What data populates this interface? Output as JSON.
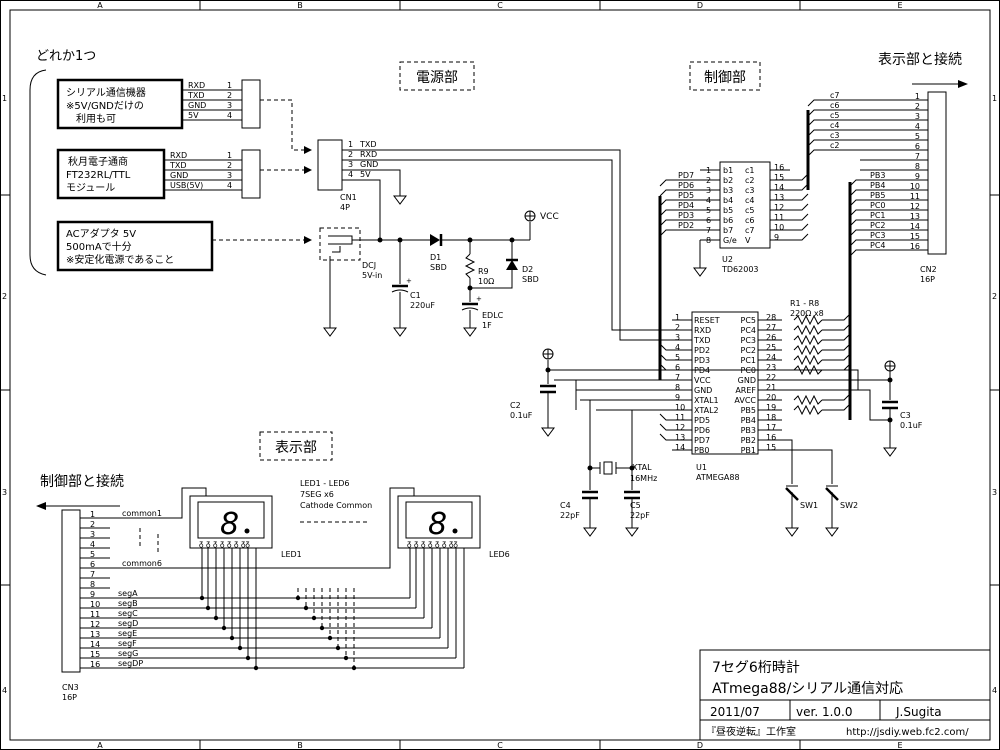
{
  "border": {
    "cols": [
      "A",
      "B",
      "C",
      "D",
      "E"
    ],
    "rows": [
      "1",
      "2",
      "3",
      "4"
    ]
  },
  "sections": {
    "power": "電源部",
    "control": "制御部",
    "display": "表示部",
    "to_display": "表示部と接続",
    "to_control": "制御部と接続"
  },
  "choose_one": "どれか1つ",
  "serial_box": {
    "l1": "シリアル通信機器",
    "l2": "※5V/GNDだけの",
    "l3": "利用も可",
    "pins": [
      "RXD",
      "TXD",
      "GND",
      "5V"
    ],
    "nums": [
      "1",
      "2",
      "3",
      "4"
    ]
  },
  "akizuki_box": {
    "l1": "秋月電子通商",
    "l2": "FT232RL/TTL",
    "l3": "モジュール",
    "pins": [
      "RXD",
      "TXD",
      "GND",
      "USB(5V)"
    ],
    "nums": [
      "1",
      "2",
      "3",
      "4"
    ]
  },
  "ac_box": {
    "l1": "ACアダプタ 5V",
    "l2": "500mAで十分",
    "l3": "※安定化電源であること"
  },
  "cn1": {
    "ref": "CN1",
    "val": "4P",
    "pins": [
      "TXD",
      "RXD",
      "GND",
      "5V"
    ],
    "nums": [
      "1",
      "2",
      "3",
      "4"
    ]
  },
  "dcj": {
    "ref": "DCJ",
    "val": "5V-in"
  },
  "c1": {
    "ref": "C1",
    "val": "220uF"
  },
  "d1": {
    "ref": "D1",
    "val": "SBD"
  },
  "d2": {
    "ref": "D2",
    "val": "SBD"
  },
  "r9": {
    "ref": "R9",
    "val": "10Ω"
  },
  "edlc": {
    "ref": "EDLC",
    "val": "1F"
  },
  "vcc": "VCC",
  "u2": {
    "ref": "U2",
    "val": "TD62003",
    "left": [
      "b1",
      "b2",
      "b3",
      "b4",
      "b5",
      "b6",
      "b7",
      "G/e"
    ],
    "right": [
      "c1",
      "c2",
      "c3",
      "c4",
      "c5",
      "c6",
      "c7",
      "V"
    ],
    "lnum": [
      "1",
      "2",
      "3",
      "4",
      "5",
      "6",
      "7",
      "8"
    ],
    "rnum": [
      "16",
      "15",
      "14",
      "13",
      "12",
      "11",
      "10",
      "9"
    ],
    "nets": [
      "PD7",
      "PD6",
      "PD5",
      "PD4",
      "PD3",
      "PD2"
    ]
  },
  "cn2": {
    "ref": "CN2",
    "val": "16P",
    "nums": [
      "1",
      "2",
      "3",
      "4",
      "5",
      "6",
      "7",
      "8",
      "9",
      "10",
      "11",
      "12",
      "13",
      "14",
      "15",
      "16"
    ],
    "top_nets": [
      "c7",
      "c6",
      "c5",
      "c4",
      "c3",
      "c2"
    ],
    "bottom_nets": [
      "PB3",
      "PB4",
      "PB5",
      "PC0",
      "PC1",
      "PC2",
      "PC3",
      "PC4"
    ]
  },
  "u1": {
    "ref": "U1",
    "val": "ATMEGA88",
    "left": [
      "RESET",
      "RXD",
      "TXD",
      "PD2",
      "PD3",
      "PD4",
      "VCC",
      "GND",
      "XTAL1",
      "XTAL2",
      "PD5",
      "PD6",
      "PD7",
      "PB0"
    ],
    "right": [
      "PC5",
      "PC4",
      "PC3",
      "PC2",
      "PC1",
      "PC0",
      "GND",
      "AREF",
      "AVCC",
      "PB5",
      "PB4",
      "PB3",
      "PB2",
      "PB1"
    ],
    "lnum": [
      "1",
      "2",
      "3",
      "4",
      "5",
      "6",
      "7",
      "8",
      "9",
      "10",
      "11",
      "12",
      "13",
      "14"
    ],
    "rnum": [
      "28",
      "27",
      "26",
      "25",
      "24",
      "23",
      "22",
      "21",
      "20",
      "19",
      "18",
      "17",
      "16",
      "15"
    ]
  },
  "rr": {
    "ref": "R1 - R8",
    "val": "220Ω x8"
  },
  "c2": {
    "ref": "C2",
    "val": "0.1uF"
  },
  "c3": {
    "ref": "C3",
    "val": "0.1uF"
  },
  "c4": {
    "ref": "C4",
    "val": "22pF"
  },
  "c5": {
    "ref": "C5",
    "val": "22pF"
  },
  "xtal": {
    "ref": "XTAL",
    "val": "16MHz"
  },
  "sw1": "SW1",
  "sw2": "SW2",
  "led_note": {
    "l1": "LED1 - LED6",
    "l2": "7SEG x6",
    "l3": "Cathode Common"
  },
  "led1": "LED1",
  "led6": "LED6",
  "seg_pins": "ᵹ  ᵹ  ᵹ ᵹ ᵹ  ᵹ ᵹᵹ",
  "cn3": {
    "ref": "CN3",
    "val": "16P",
    "nums": [
      "1",
      "2",
      "3",
      "4",
      "5",
      "6",
      "7",
      "8",
      "9",
      "10",
      "11",
      "12",
      "13",
      "14",
      "15",
      "16"
    ],
    "nets": [
      "common1",
      "common6",
      "segA",
      "segB",
      "segC",
      "segD",
      "segE",
      "segF",
      "segG",
      "segDP"
    ]
  },
  "title_block": {
    "title1": "7セグ6桁時計",
    "title2": "ATmega88/シリアル通信対応",
    "date": "2011/07",
    "version": "ver. 1.0.0",
    "author": "J.Sugita",
    "studio": "『昼夜逆転』工作室",
    "url": "http://jsdiy.web.fc2.com/"
  }
}
